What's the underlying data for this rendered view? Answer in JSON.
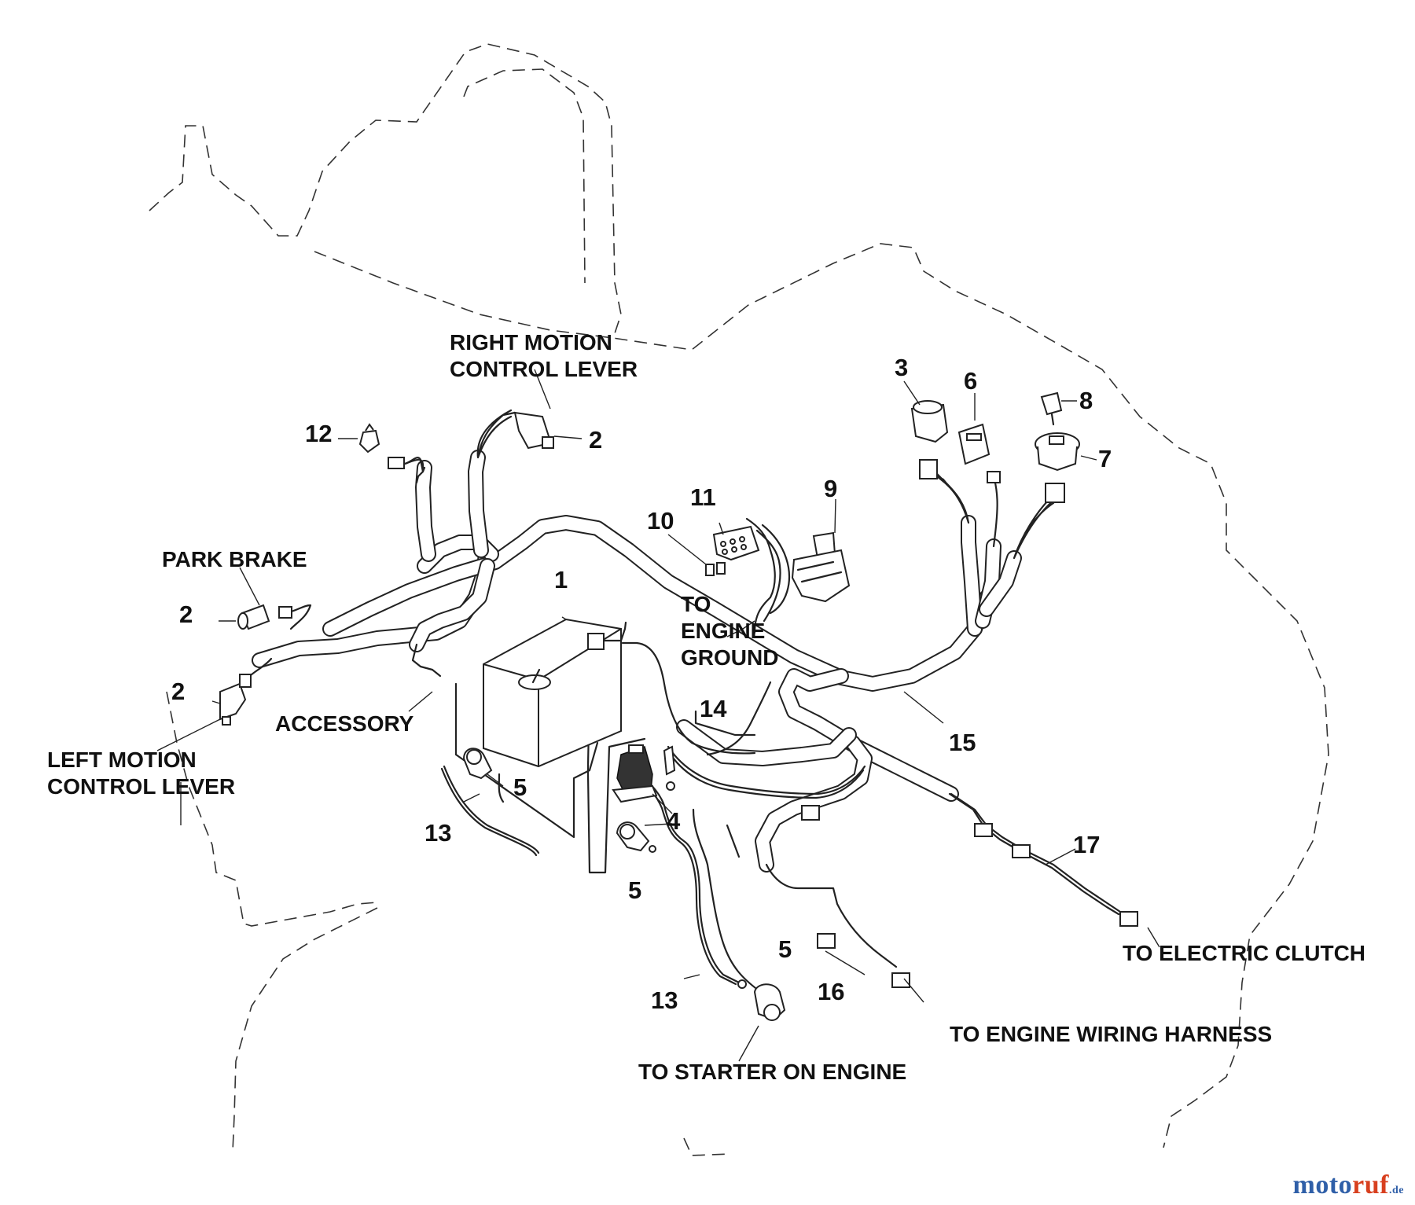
{
  "labels": {
    "right_motion_line1": "RIGHT MOTION",
    "right_motion_line2": "CONTROL LEVER",
    "park_brake": "PARK BRAKE",
    "accessory": "ACCESSORY",
    "left_motion_line1": "LEFT MOTION",
    "left_motion_line2": "CONTROL LEVER",
    "to_engine_ground_line1": "TO",
    "to_engine_ground_line2": "ENGINE",
    "to_engine_ground_line3": "GROUND",
    "to_electric_clutch": "TO ELECTRIC CLUTCH",
    "to_engine_wiring_harness": "TO ENGINE WIRING HARNESS",
    "to_starter_on_engine": "TO STARTER ON ENGINE"
  },
  "callouts": {
    "battery": "1",
    "switch_right": "2",
    "switch_park": "2",
    "switch_left": "2",
    "pto_switch": "3",
    "solenoid": "4",
    "boot_battery": "5",
    "boot_mid": "5",
    "boot_starter": "5",
    "hour_meter": "6",
    "ignition_switch": "7",
    "key": "8",
    "relay": "9",
    "fuse": "10",
    "fuse_block": "11",
    "seat_switch": "12",
    "cable_left": "13",
    "cable_starter": "13",
    "ground_cable": "14",
    "main_harness": "15",
    "engine_harness": "16",
    "clutch_harness": "17"
  },
  "watermark": {
    "main": "moto",
    "accent": "ruf",
    "tld": ".de"
  }
}
